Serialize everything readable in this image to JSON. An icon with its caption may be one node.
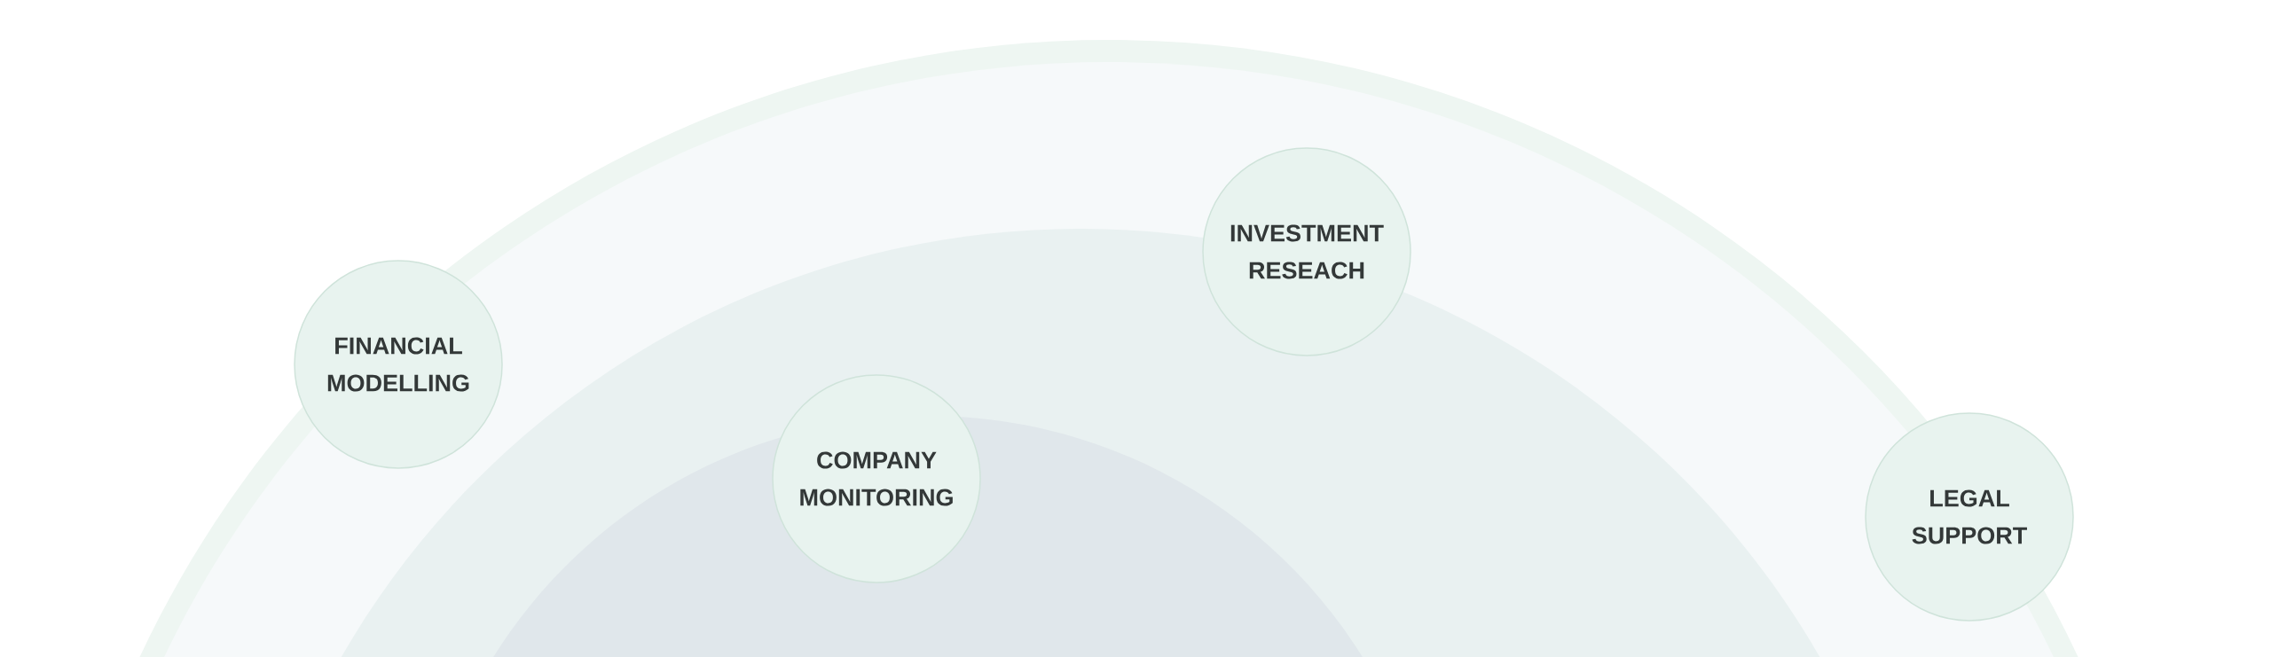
{
  "diagram": {
    "nodes": [
      {
        "text": [
          "FINANCIAL MODELLING"
        ]
      },
      {
        "text": [
          "COMPANY MONITORING"
        ]
      },
      {
        "text": [
          "INVESTMENT RESEACH"
        ]
      },
      {
        "text": [
          "LEGAL SUPPORT"
        ]
      }
    ]
  }
}
